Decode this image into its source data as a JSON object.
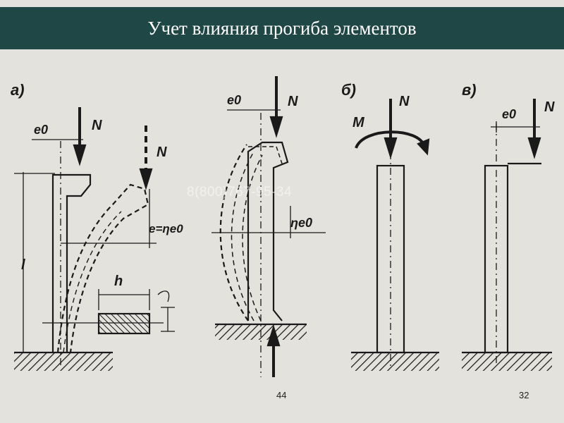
{
  "title": "Учет влияния прогиба элементов",
  "labels": {
    "a": "а)",
    "b": "б)",
    "v": "в)",
    "N": "N",
    "M": "M",
    "e0": "e0",
    "l": "l",
    "h": "h",
    "e_eta": "e=ηe0",
    "eta_e0": "ηe0"
  },
  "watermark": "8(800)767-95-34",
  "page_numbers": {
    "left": "44",
    "right": "32"
  },
  "colors": {
    "title_bar": "#1f4746",
    "background": "#e4e2dd",
    "ink": "#1a1a1a"
  }
}
